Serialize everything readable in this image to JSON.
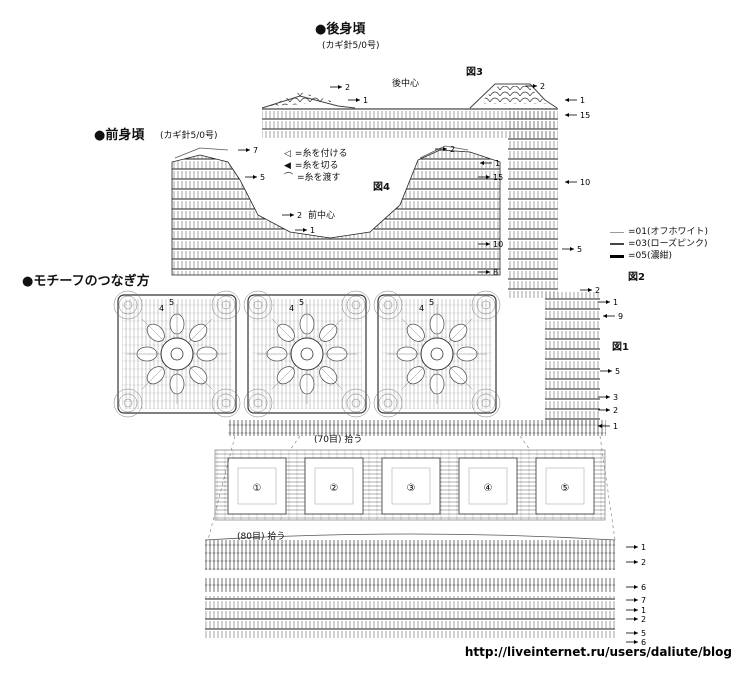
{
  "titles": {
    "back": "●後身頃",
    "back_hook": "(カギ針5/0号)",
    "front": "●前身頃",
    "front_hook": "(カギ針5/0号)",
    "motif": "●モチーフのつなぎ方",
    "back_center": "後中心",
    "front_center": "前中心",
    "fig1": "図1",
    "fig2": "図2",
    "fig3": "図3",
    "fig4": "図4",
    "pick70": "(70目) 拾う",
    "pick80": "(80目) 拾う"
  },
  "symbols": [
    {
      "icon": "open-triangle",
      "text": "=糸を付ける"
    },
    {
      "icon": "filled-triangle",
      "text": "=糸を切る"
    },
    {
      "icon": "curve",
      "text": "=糸を渡す"
    }
  ],
  "colors": [
    {
      "text": "=01(オフホワイト)",
      "color": "#9a9a9a"
    },
    {
      "text": "=03(ローズピンク)",
      "color": "#444444"
    },
    {
      "text": "=05(濃紺)",
      "color": "#000000"
    }
  ],
  "row_labels": {
    "back_left": [
      "2",
      "1"
    ],
    "back_right": [
      "2",
      "1",
      "15",
      "10",
      "5"
    ],
    "front_left": [
      "7",
      "5",
      "2",
      "1"
    ],
    "front_right": [
      "2",
      "1",
      "15",
      "10",
      "8"
    ],
    "fig1": [
      "2",
      "1",
      "9",
      "5",
      "3",
      "2",
      "1"
    ],
    "bottom": [
      "1",
      "2",
      "6",
      "7",
      "1",
      "2",
      "5",
      "6"
    ]
  },
  "motif_numbers": [
    "5",
    "4",
    "5",
    "4",
    "5",
    "4"
  ],
  "panel_numbers": [
    "①",
    "②",
    "③",
    "④",
    "⑤"
  ],
  "url": "http://liveinternet.ru/users/daliute/blog"
}
